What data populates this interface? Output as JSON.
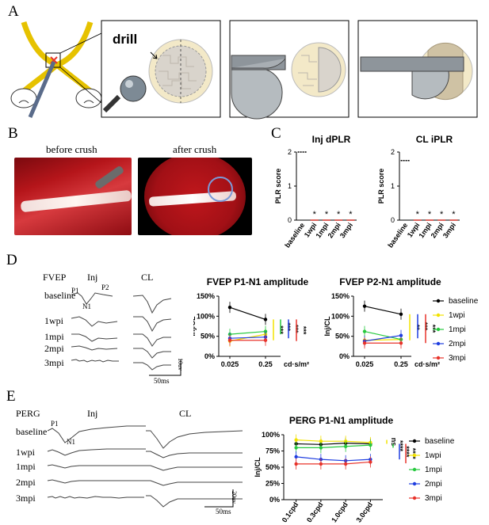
{
  "panels": {
    "A": "A",
    "B": "B",
    "C": "C",
    "D": "D",
    "E": "E"
  },
  "panelA": {
    "drill_label": "drill"
  },
  "panelB": {
    "before": "before crush",
    "after": "after crush"
  },
  "panelC": {
    "chart_data": [
      {
        "type": "scatter",
        "title": "Inj dPLR",
        "ylabel": "PLR score",
        "ylim": [
          0,
          2
        ],
        "yticks": [
          "0",
          "1",
          "2"
        ],
        "categories": [
          "baseline",
          "1wpi",
          "1mpi",
          "2mpi",
          "3mpi"
        ],
        "values": [
          2,
          0,
          0,
          0,
          0
        ],
        "annotations": [
          "*",
          "*",
          "*",
          "*"
        ]
      },
      {
        "type": "scatter",
        "title": "CL iPLR",
        "ylabel": "PLR score",
        "ylim": [
          0,
          2
        ],
        "yticks": [
          "0",
          "1",
          "2"
        ],
        "categories": [
          "baseline",
          "1wpi",
          "1mpi",
          "2mpi",
          "3mpi"
        ],
        "values": [
          1.75,
          0,
          0,
          0,
          0
        ],
        "annotations": [
          "*",
          "*",
          "*",
          "*"
        ]
      }
    ]
  },
  "panelD": {
    "trace_title": "FVEP",
    "col_inj": "Inj",
    "col_cl": "CL",
    "p1": "P1",
    "p2": "P2",
    "n1": "N1",
    "rows": [
      "baseline",
      "1wpi",
      "1mpi",
      "2mpi",
      "3mpi"
    ],
    "scale_v": "10uv",
    "scale_t": "50ms",
    "chart_data": [
      {
        "type": "line",
        "title": "FVEP P1-N1 amplitude",
        "ylabel": "Inj/CL",
        "xunit": "cd·s/m²",
        "categories": [
          "0.025",
          "0.25"
        ],
        "ylim": [
          0,
          150
        ],
        "yticks": [
          "0%",
          "50%",
          "100%",
          "150%"
        ],
        "series": [
          {
            "name": "baseline",
            "color": "#000000",
            "values": [
              122,
              92
            ]
          },
          {
            "name": "1wpi",
            "color": "#f2e200",
            "values": [
              38,
              55
            ]
          },
          {
            "name": "1mpi",
            "color": "#27c93f",
            "values": [
              55,
              62
            ]
          },
          {
            "name": "2mpi",
            "color": "#1f3ee0",
            "values": [
              45,
              48
            ]
          },
          {
            "name": "3mpi",
            "color": "#e8332a",
            "values": [
              40,
              40
            ]
          }
        ],
        "sig": [
          "***",
          "***",
          "***",
          "***"
        ]
      },
      {
        "type": "line",
        "title": "FVEP P2-N1 amplitude",
        "ylabel": "Inj/CL",
        "xunit": "cd·s/m²",
        "categories": [
          "0.025",
          "0.25"
        ],
        "ylim": [
          0,
          150
        ],
        "yticks": [
          "0%",
          "50%",
          "100%",
          "150%"
        ],
        "series": [
          {
            "name": "baseline",
            "color": "#000000",
            "values": [
              125,
              105
            ]
          },
          {
            "name": "1wpi",
            "color": "#f2e200",
            "values": [
              40,
              42
            ]
          },
          {
            "name": "1mpi",
            "color": "#27c93f",
            "values": [
              62,
              42
            ]
          },
          {
            "name": "2mpi",
            "color": "#1f3ee0",
            "values": [
              38,
              52
            ]
          },
          {
            "name": "3mpi",
            "color": "#e8332a",
            "values": [
              33,
              33
            ]
          }
        ],
        "sig": [
          "**",
          "***",
          "***"
        ]
      }
    ],
    "legend": [
      "baseline",
      "1wpi",
      "1mpi",
      "2mpi",
      "3mpi"
    ]
  },
  "panelE": {
    "trace_title": "PERG",
    "col_inj": "Inj",
    "col_cl": "CL",
    "p1": "P1",
    "n1": "N1",
    "rows": [
      "baseline",
      "1wpi",
      "1mpi",
      "2mpi",
      "3mpi"
    ],
    "scale_v": "20uv",
    "scale_t": "50ms",
    "chart_data": {
      "type": "line",
      "title": "PERG P1-N1 amplitude",
      "ylabel": "Inj/CL",
      "categories": [
        "0.1cpd",
        "0.3cpd",
        "1.0cpd",
        "3.0cpd"
      ],
      "ylim": [
        0,
        100
      ],
      "yticks": [
        "0%",
        "25%",
        "50%",
        "75%",
        "100%"
      ],
      "series": [
        {
          "name": "baseline",
          "color": "#000000",
          "values": [
            86,
            85,
            87,
            86
          ]
        },
        {
          "name": "1wpi",
          "color": "#f2e200",
          "values": [
            92,
            90,
            90,
            88
          ]
        },
        {
          "name": "1mpi",
          "color": "#27c93f",
          "values": [
            80,
            80,
            82,
            84
          ]
        },
        {
          "name": "2mpi",
          "color": "#1f3ee0",
          "values": [
            66,
            62,
            60,
            62
          ]
        },
        {
          "name": "3mpi",
          "color": "#e8332a",
          "values": [
            55,
            55,
            55,
            58
          ]
        }
      ],
      "sig": [
        "ns",
        "****",
        "****",
        "****"
      ]
    },
    "legend": [
      "baseline",
      "1wpi",
      "1mpi",
      "2mpi",
      "3mpi"
    ]
  }
}
